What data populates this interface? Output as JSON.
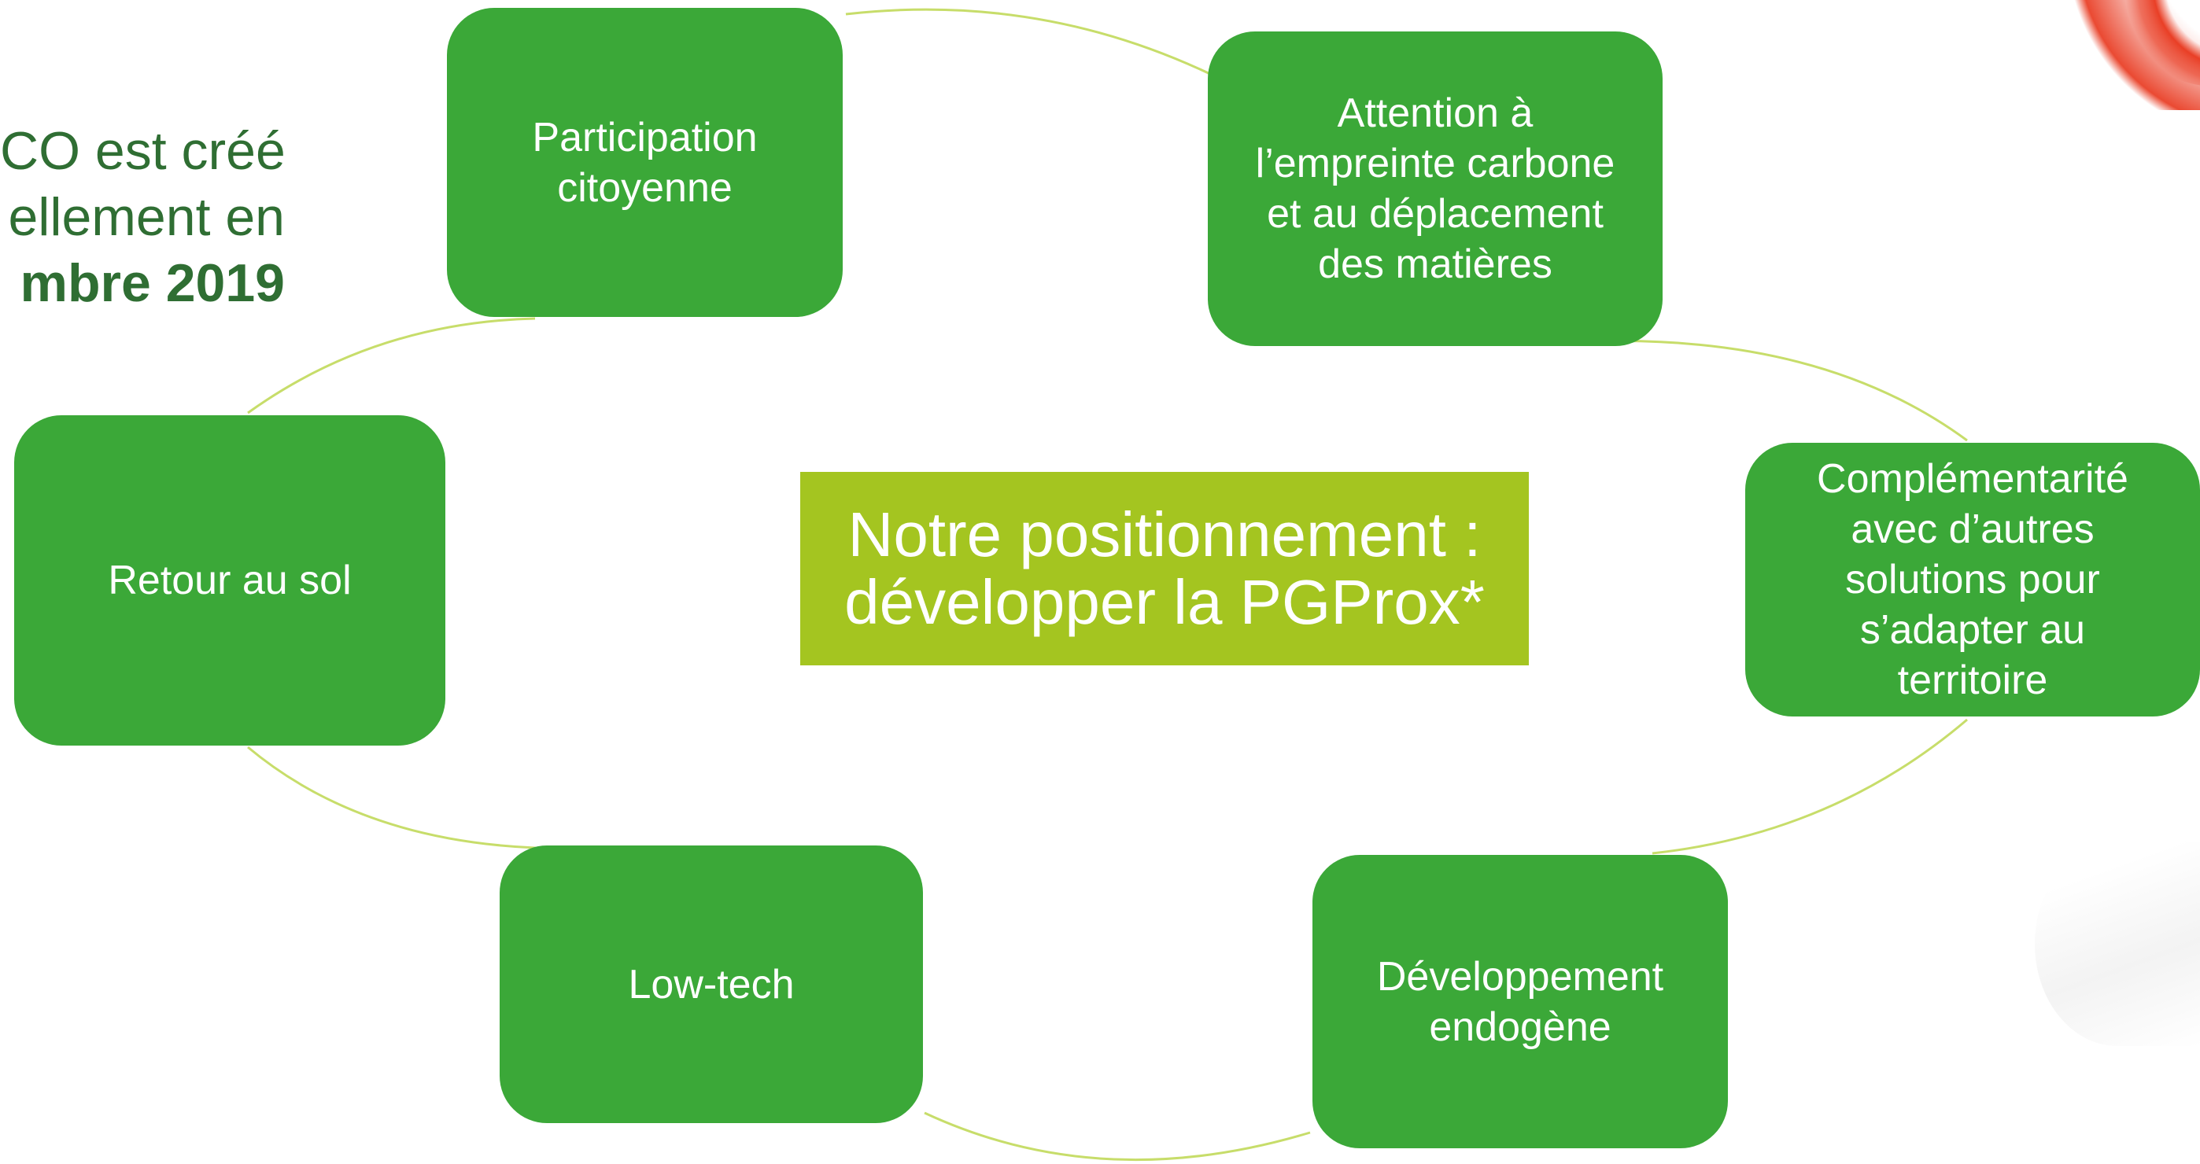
{
  "intro": {
    "line1": "CO est créé",
    "line2": "ellement en",
    "line3": "mbre 2019"
  },
  "center": {
    "title": "Notre positionnement :\ndévelopper la PGProx*"
  },
  "nodes": [
    {
      "label": "Participation\ncitoyenne"
    },
    {
      "label": "Attention à\nl’empreinte carbone\net au déplacement\ndes matières"
    },
    {
      "label": "Complémentarité\navec d’autres\nsolutions pour\ns’adapter au\nterritoire"
    },
    {
      "label": "Développement\nendogène"
    },
    {
      "label": "Low-tech"
    },
    {
      "label": "Retour au sol"
    }
  ],
  "colors": {
    "node_fill": "#3ba838",
    "center_fill": "#a4c520",
    "connector": "#c7dd6a",
    "intro_text": "#2f6e33",
    "logo_accent": "#e8361c"
  }
}
